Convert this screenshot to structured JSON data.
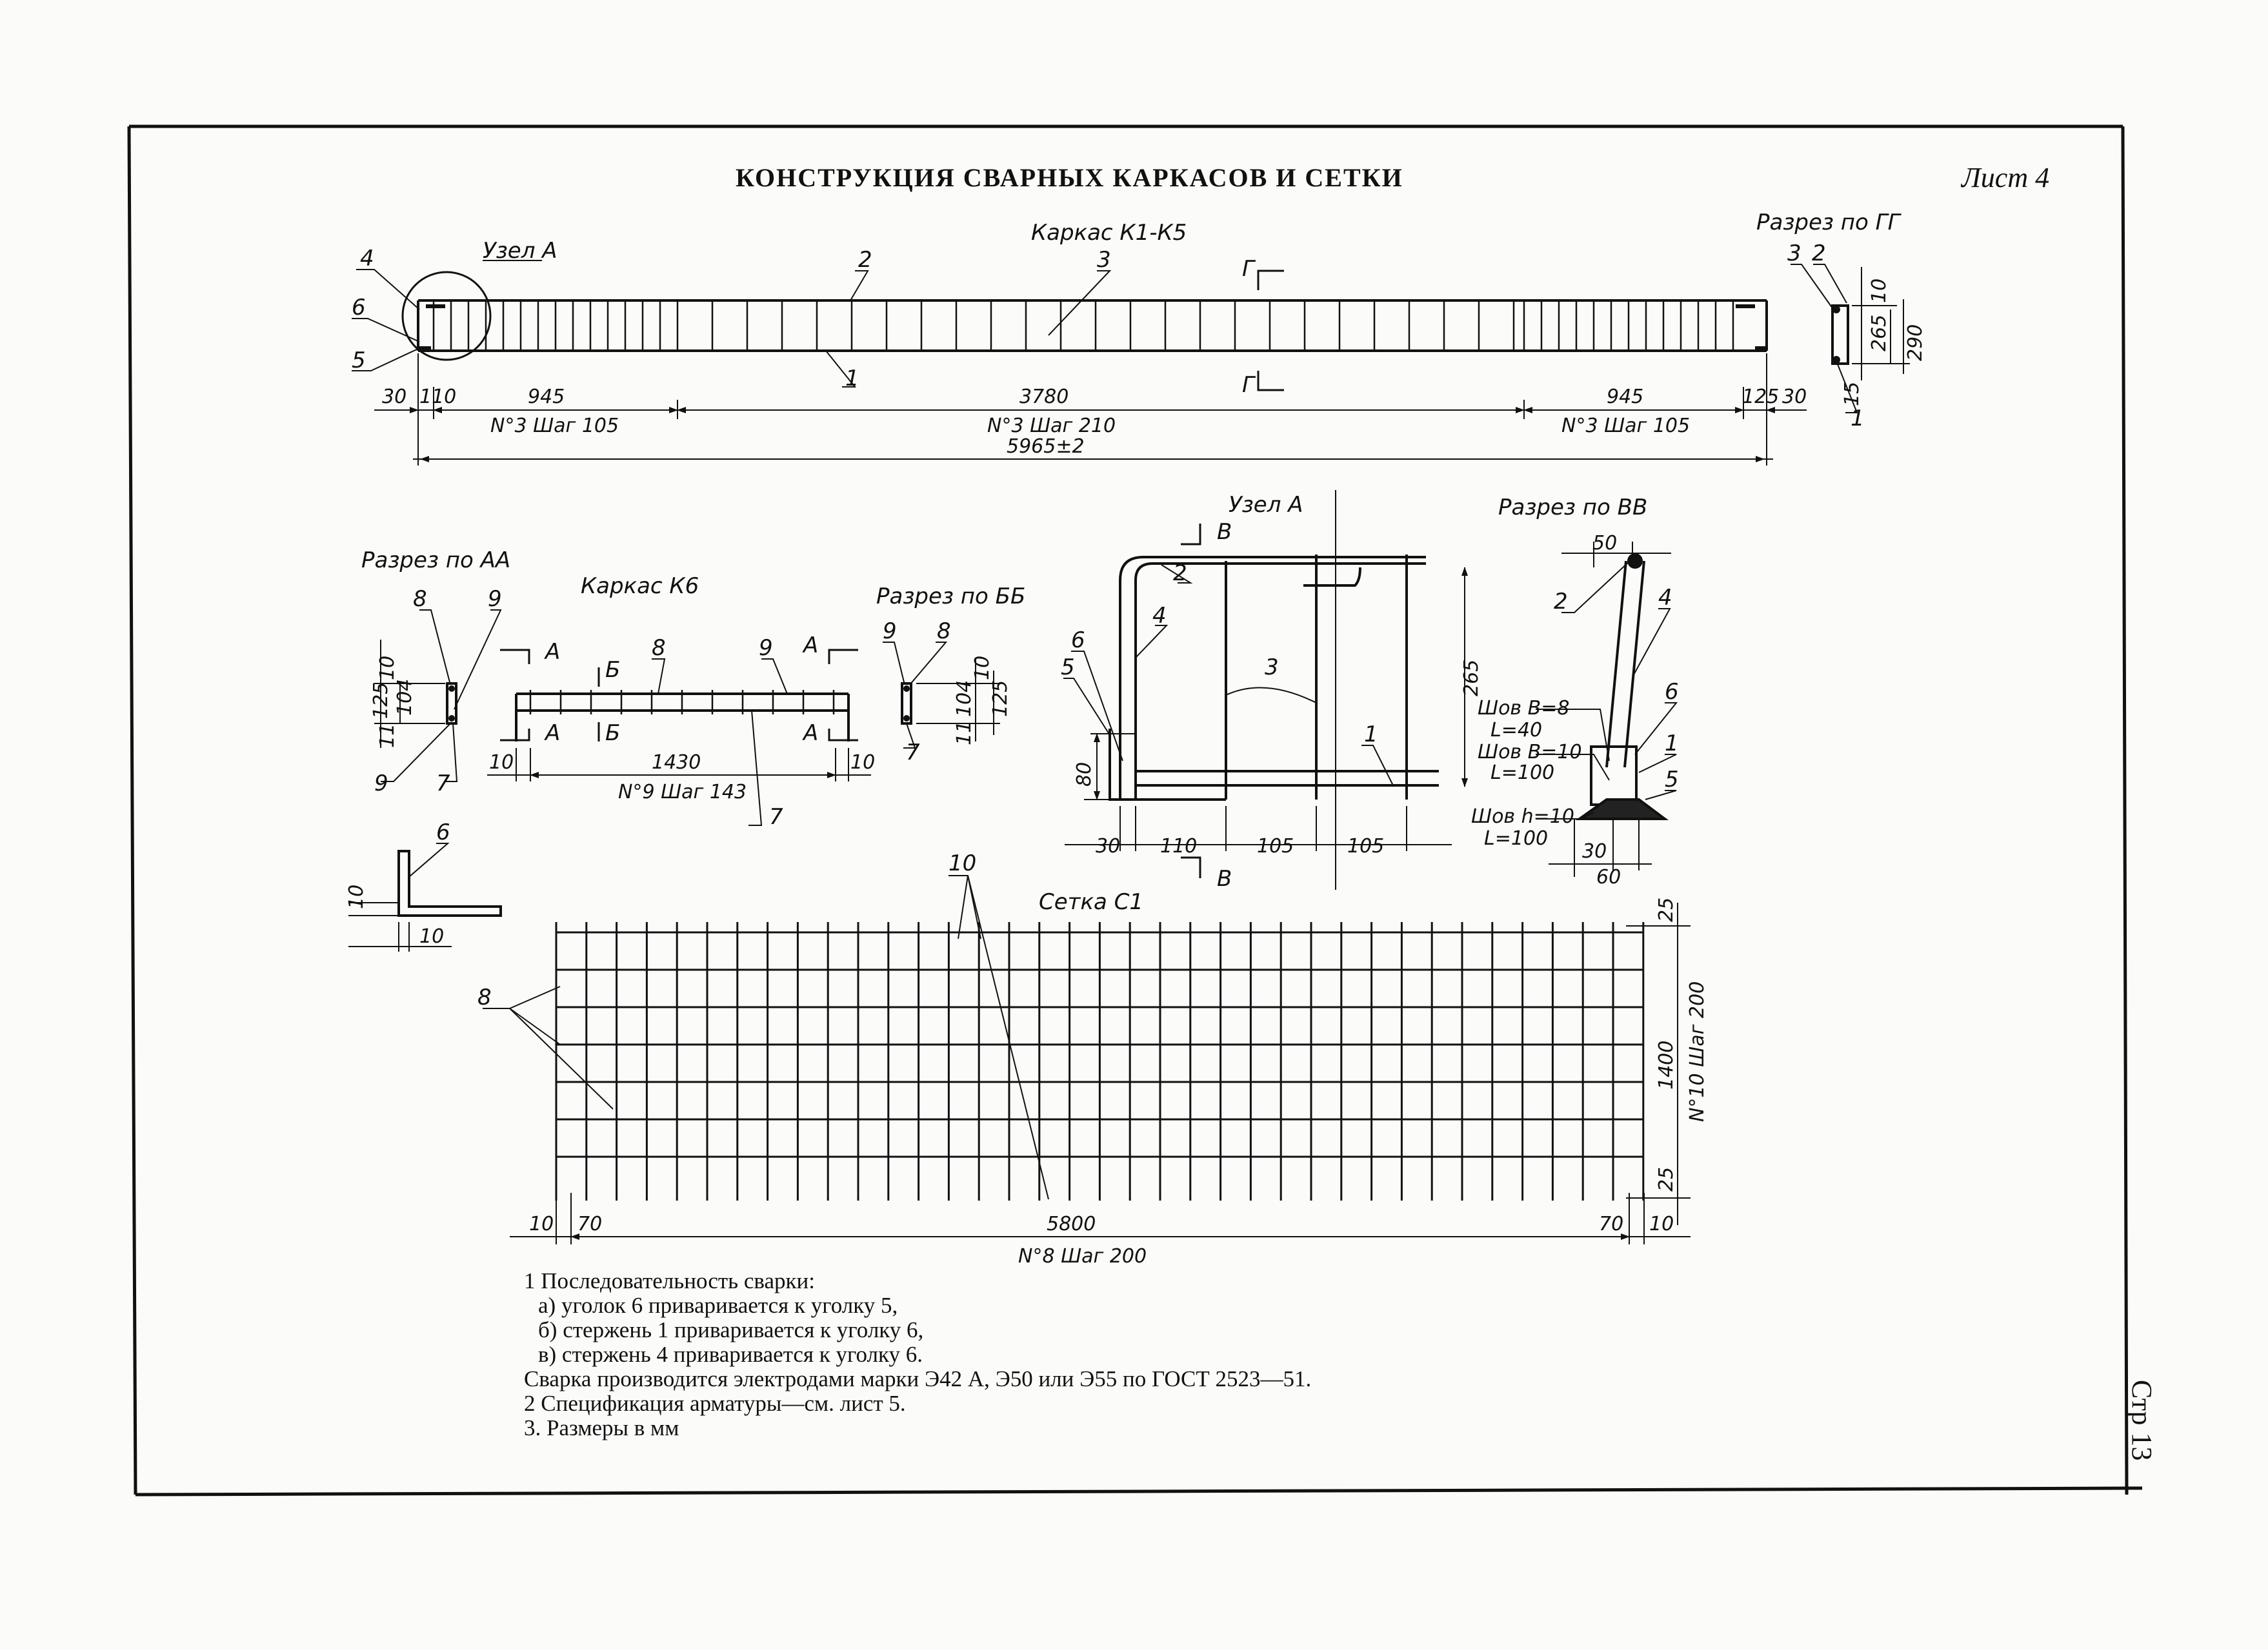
{
  "header": {
    "title": "КОНСТРУКЦИЯ СВАРНЫХ КАРКАСОВ И СЕТКИ",
    "sheet": "Лист 4",
    "page": "Стр 13"
  },
  "drawings": {
    "frame_k1_k5": {
      "title": "Каркас К1-К5",
      "node_label": "Узел А",
      "section_mark": "Г",
      "dims": [
        "30",
        "110",
        "945",
        "3780",
        "945",
        "125",
        "30",
        "5965±2"
      ],
      "spacing": [
        "N°3 Шаг 105",
        "N°3 Шаг 210",
        "N°3 Шаг 105"
      ],
      "positions": [
        "4",
        "6",
        "5",
        "2",
        "3",
        "1"
      ]
    },
    "section_gg": {
      "title": "Разрез по ГГ",
      "positions": [
        "3",
        "2",
        "1"
      ],
      "dims": [
        "10",
        "265",
        "290",
        "15"
      ]
    },
    "section_aa": {
      "title": "Разрез по АА",
      "positions": [
        "8",
        "9",
        "9",
        "7"
      ],
      "dims": [
        "125",
        "10",
        "104",
        "11"
      ]
    },
    "frame_k6": {
      "title": "Каркас К6",
      "marks": [
        "А",
        "Б",
        "А",
        "Б",
        "А",
        "А"
      ],
      "positions": [
        "8",
        "9",
        "7"
      ],
      "dims": [
        "10",
        "1430",
        "10"
      ],
      "spacing": "N°9 Шаг 143"
    },
    "section_bb": {
      "title": "Разрез по ББ",
      "positions": [
        "9",
        "8",
        "7"
      ],
      "dims": [
        "10",
        "104",
        "11",
        "125"
      ]
    },
    "node_a": {
      "title": "Узел А",
      "section_mark": "В",
      "positions": [
        "2",
        "4",
        "6",
        "5",
        "3",
        "1"
      ],
      "dims": [
        "265",
        "80",
        "30",
        "110",
        "105",
        "105"
      ]
    },
    "section_vv": {
      "title": "Разрез по ВВ",
      "positions": [
        "2",
        "4",
        "6",
        "1",
        "5"
      ],
      "dims": [
        "50",
        "30",
        "60"
      ],
      "welds": [
        "Шов В=8",
        "L=40",
        "Шов В=10",
        "L=100",
        "Шов h=10",
        "L=100"
      ]
    },
    "angle": {
      "position": "6",
      "dims": [
        "10",
        "10"
      ]
    },
    "mesh_c1": {
      "title": "Сетка С1",
      "positions": [
        "10",
        "8"
      ],
      "dims": [
        "10",
        "70",
        "5800",
        "70",
        "10",
        "25",
        "1400",
        "25"
      ],
      "spacing_long": "N°8 Шаг 200",
      "spacing_side": "N°10 Шаг 200"
    }
  },
  "notes": [
    "1  Последовательность сварки:",
    "а) уголок 6 приваривается к уголку 5,",
    "б) стержень 1 приваривается к уголку 6,",
    "в) стержень 4 приваривается к  уголку 6.",
    "Сварка производится электродами марки Э42 А, Э50 или Э55 по ГОСТ 2523—51.",
    "2  Спецификация арматуры—см. лист 5.",
    "3. Размеры в мм"
  ]
}
